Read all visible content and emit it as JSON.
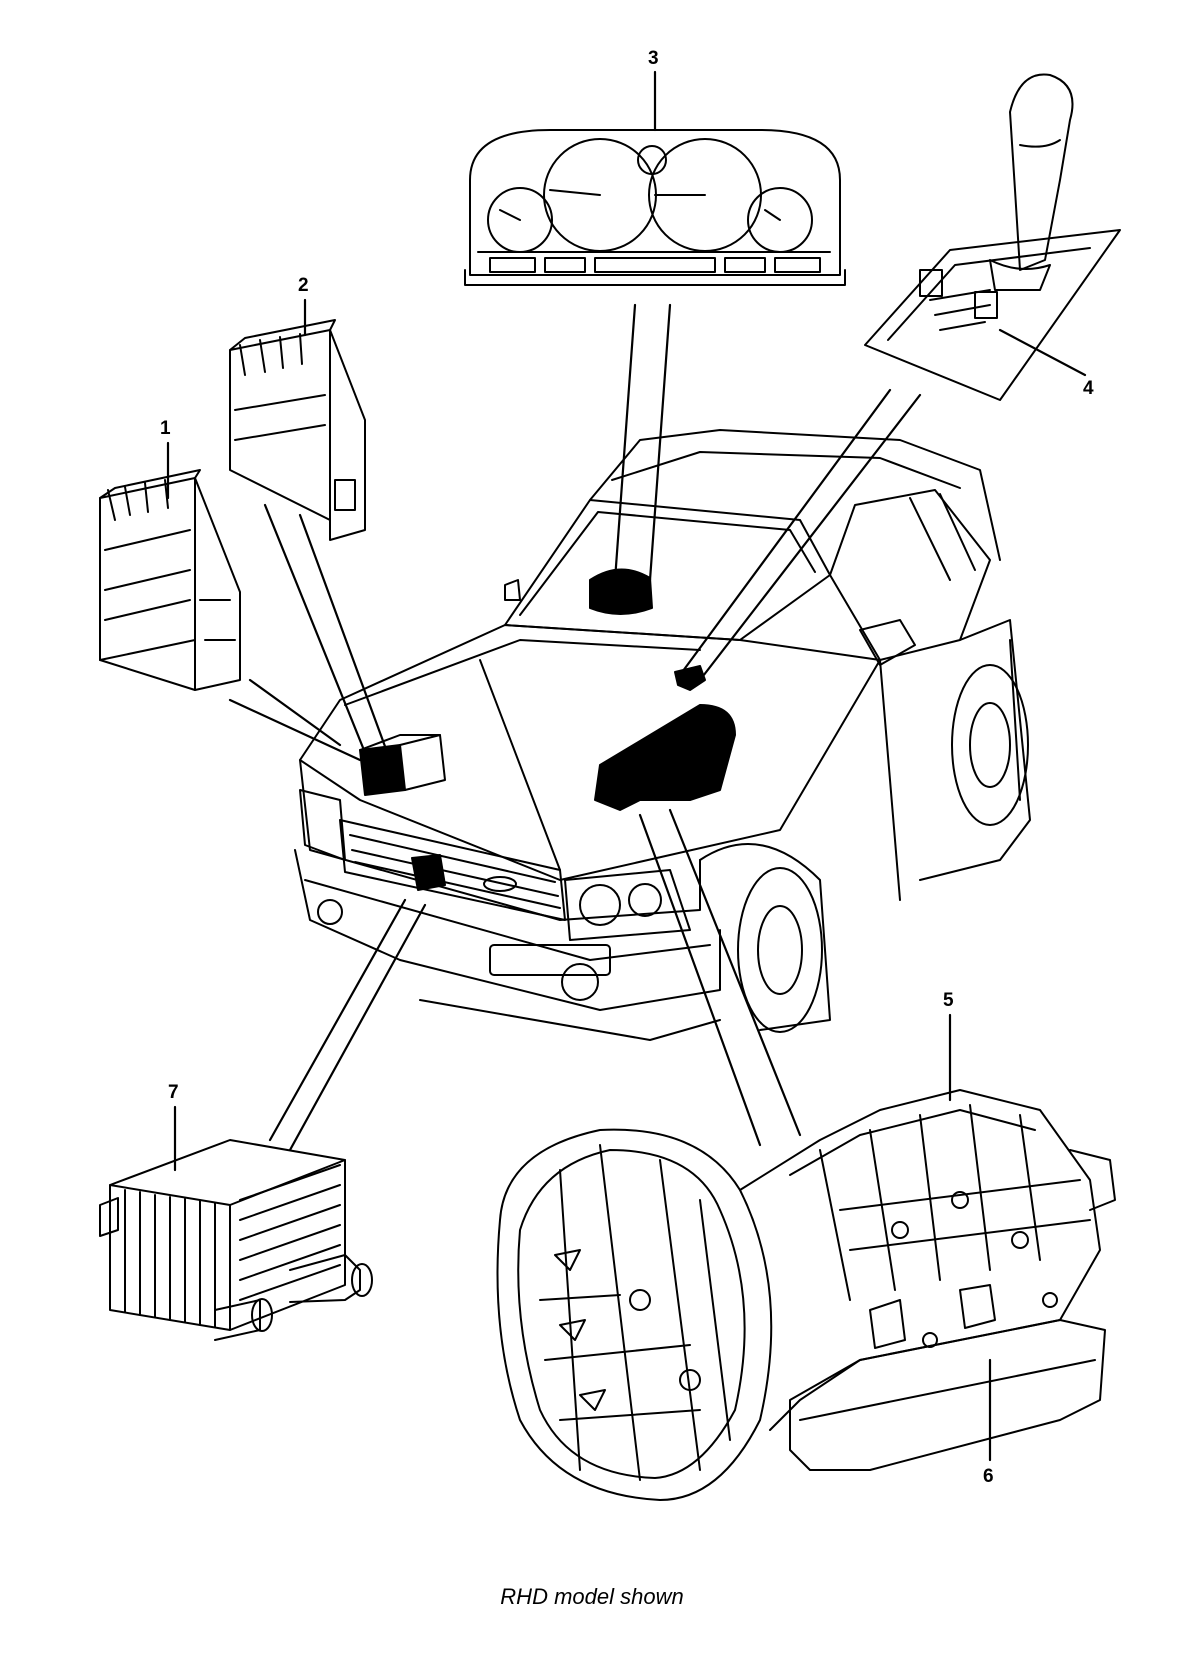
{
  "callouts": {
    "c1": "1",
    "c2": "2",
    "c3": "3",
    "c4": "4",
    "c5": "5",
    "c6": "6",
    "c7": "7"
  },
  "caption": "RHD model shown",
  "colors": {
    "line": "#000000",
    "background": "#ffffff",
    "highlight": "#000000"
  }
}
